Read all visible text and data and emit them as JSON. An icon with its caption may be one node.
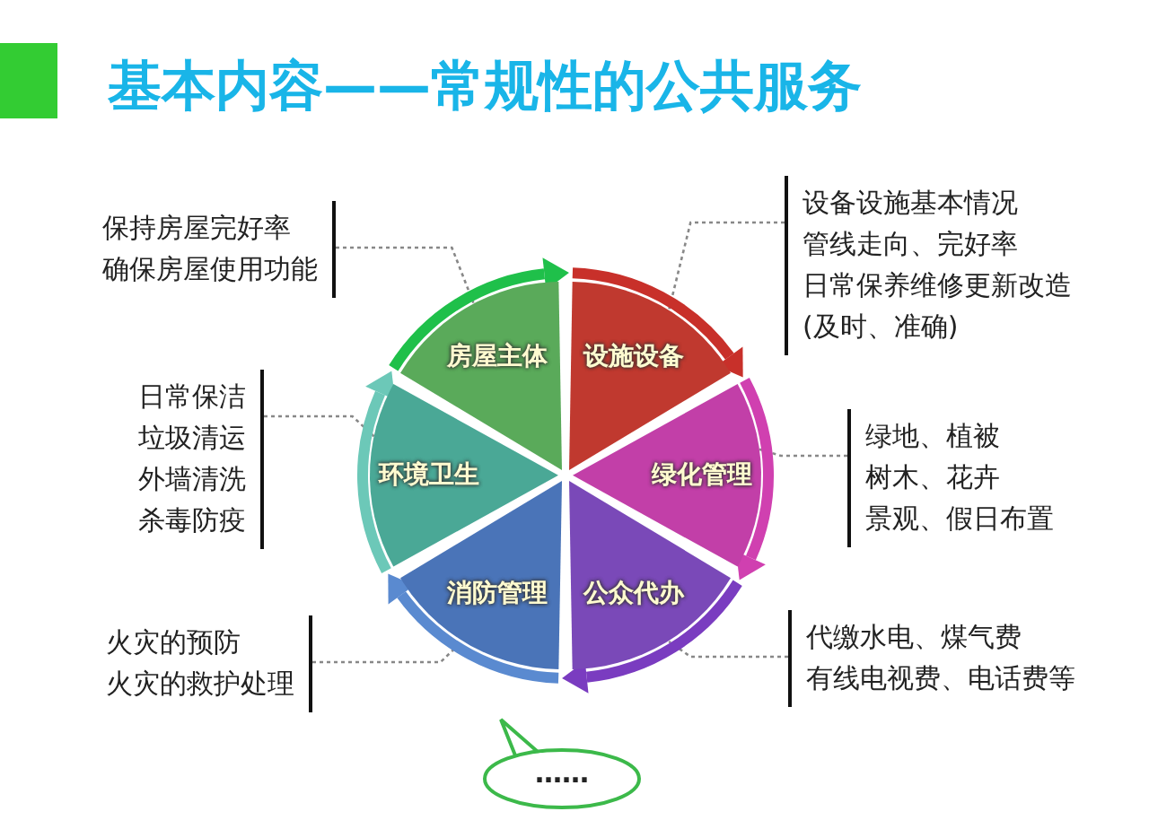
{
  "diagram": {
    "title": "基本内容——常规性的公共服务",
    "nodes": [
      {
        "text": [
          "房屋主体"
        ]
      },
      {
        "text": [
          "设施设备"
        ]
      },
      {
        "text": [
          "绿化管理"
        ]
      },
      {
        "text": [
          "公众代办"
        ]
      },
      {
        "text": [
          "消防管理"
        ]
      },
      {
        "text": [
          "环境卫生"
        ]
      },
      {
        "text": [
          "保持房屋完好率",
          "确保房屋使用功能"
        ]
      },
      {
        "text": [
          "设备设施基本情况",
          "管线走向、完好率",
          "日常保养维修更新改造",
          "(及时、准确)"
        ]
      },
      {
        "text": [
          "绿地、植被",
          "树木、花卉",
          "景观、假日布置"
        ]
      },
      {
        "text": [
          "代缴水电、煤气费",
          "有线电视费、电话费等"
        ]
      },
      {
        "text": [
          "火灾的预防",
          "火灾的救护处理"
        ]
      },
      {
        "text": [
          "日常保洁",
          "垃圾清运",
          "外墙清洗",
          "杀毒防疫"
        ]
      },
      {
        "text": [
          "……"
        ]
      }
    ],
    "edges": [
      {
        "from": 6,
        "to": 0,
        "arrow": "none",
        "style": "dashed"
      },
      {
        "from": 7,
        "to": 1,
        "arrow": "none",
        "style": "dashed"
      },
      {
        "from": 8,
        "to": 2,
        "arrow": "none",
        "style": "dashed"
      },
      {
        "from": 9,
        "to": 3,
        "arrow": "none",
        "style": "dashed"
      },
      {
        "from": 10,
        "to": 4,
        "arrow": "none",
        "style": "dashed"
      },
      {
        "from": 11,
        "to": 5,
        "arrow": "none",
        "style": "dashed"
      },
      {
        "from": 0,
        "to": 1,
        "arrow": "to",
        "style": "thick",
        "color": "#1fc04a"
      },
      {
        "from": 1,
        "to": 2,
        "arrow": "to",
        "style": "thick",
        "color": "#c8302a"
      },
      {
        "from": 2,
        "to": 3,
        "arrow": "to",
        "style": "thick",
        "color": "#d040b0"
      },
      {
        "from": 3,
        "to": 4,
        "arrow": "to",
        "style": "thick",
        "color": "#7a3cc0"
      },
      {
        "from": 4,
        "to": 5,
        "arrow": "to",
        "style": "thick",
        "color": "#5a8ad0"
      },
      {
        "from": 5,
        "to": 0,
        "arrow": "to",
        "style": "thick",
        "color": "#6cc8b8"
      }
    ]
  }
}
